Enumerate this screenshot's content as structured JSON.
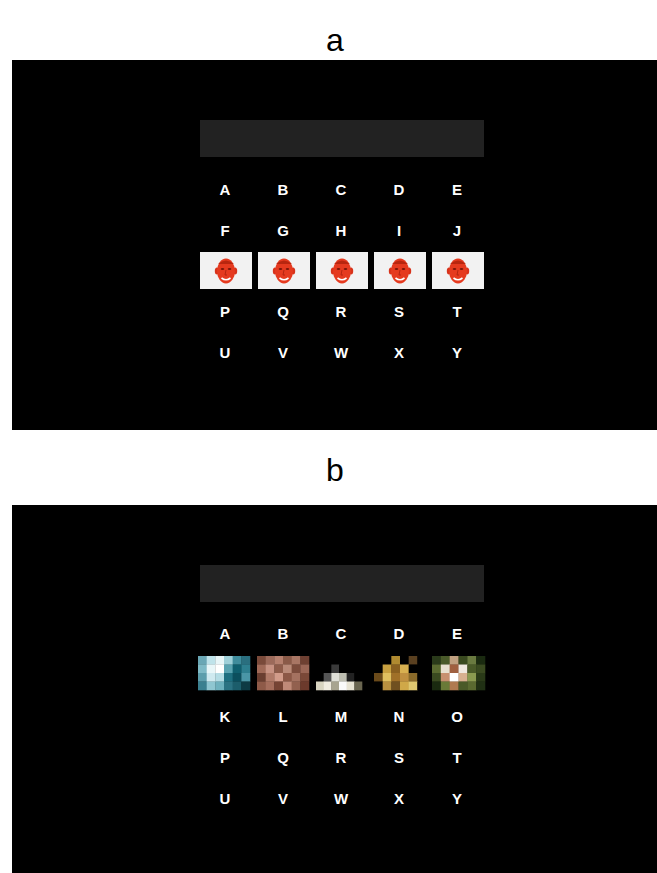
{
  "diagram": {
    "nodes": [
      {
        "text": [
          "a"
        ]
      },
      {
        "text": [
          "b"
        ]
      }
    ],
    "labels": [
      "A",
      "B",
      "C",
      "D",
      "E",
      "F",
      "G",
      "H",
      "I",
      "J",
      "P",
      "Q",
      "R",
      "S",
      "T",
      "U",
      "V",
      "W",
      "X",
      "Y",
      "A",
      "B",
      "C",
      "D",
      "E",
      "K",
      "L",
      "M",
      "N",
      "O",
      "P",
      "Q",
      "R",
      "S",
      "T",
      "U",
      "V",
      "W",
      "X",
      "Y"
    ]
  }
}
